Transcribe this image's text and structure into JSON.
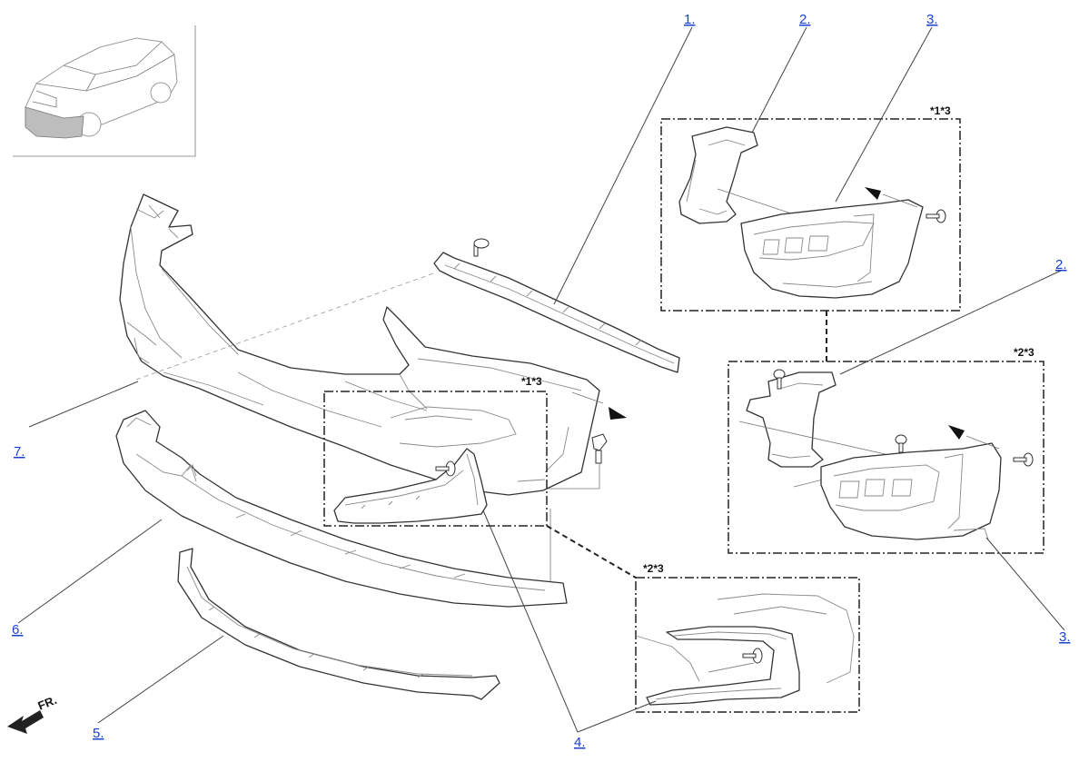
{
  "callouts": [
    {
      "label": "1."
    },
    {
      "label": "2."
    },
    {
      "label": "3."
    },
    {
      "label": "2."
    },
    {
      "label": "3."
    },
    {
      "label": "4."
    },
    {
      "label": "5."
    },
    {
      "label": "6."
    },
    {
      "label": "7."
    }
  ],
  "detail_notes": {
    "upper_right": "*1*3",
    "right_middle": "*2*3",
    "center": "*1*3",
    "lower_right": "*2*3"
  },
  "direction_label": "FR."
}
